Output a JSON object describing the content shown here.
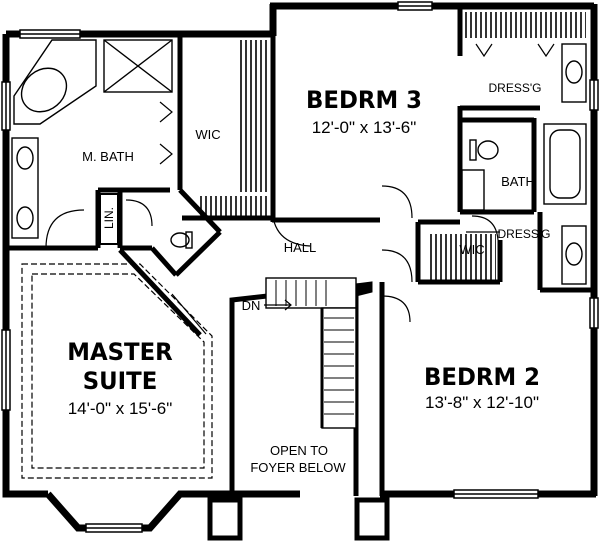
{
  "rooms": {
    "bedroom_3": {
      "name": "BEDRM 3",
      "dims": "12'-0\" x 13'-6\""
    },
    "bedroom_2": {
      "name": "BEDRM 2",
      "dims": "13'-8\" x 12'-10\""
    },
    "master_suite": {
      "name_line1": "MASTER",
      "name_line2": "SUITE",
      "dims": "14'-0\" x 15'-6\""
    },
    "master_bath": {
      "name": "M. BATH"
    },
    "master_wic": {
      "name": "WIC"
    },
    "linen": {
      "name": "LIN."
    },
    "hall": {
      "name": "HALL"
    },
    "stair": {
      "label": "DN"
    },
    "dressing_top": {
      "name": "DRESS'G"
    },
    "dressing_lower": {
      "name": "DRESS'G"
    },
    "bath": {
      "name": "BATH"
    },
    "wic_2": {
      "name": "WIC"
    },
    "open_to_foyer": {
      "line1": "OPEN TO",
      "line2": "FOYER BELOW"
    }
  },
  "colors": {
    "wall": "#000000",
    "background": "#ffffff"
  }
}
